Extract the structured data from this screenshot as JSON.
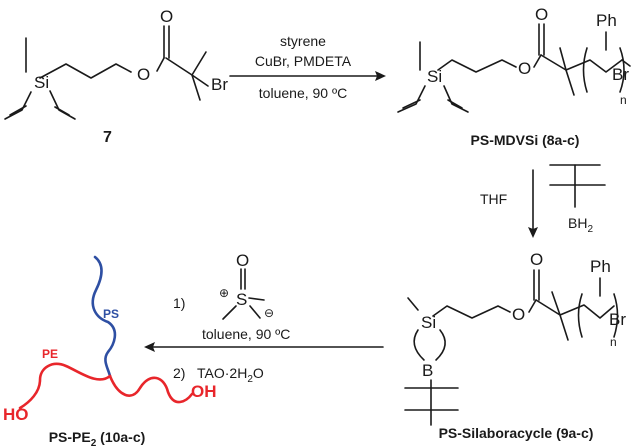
{
  "reaction1": {
    "reagent_line1": "styrene",
    "reagent_line2": "CuBr, PMDETA",
    "reagent_line3": "toluene, 90 ºC"
  },
  "reaction2": {
    "solvent": "THF",
    "borane": "BH",
    "borane_sub": "2"
  },
  "reaction3": {
    "step1_label": "1)",
    "step1_conditions": "toluene, 90 ºC",
    "step2_label": "2)",
    "step2_conditions": "TAO·2H",
    "step2_sub": "2",
    "step2_tail": "O"
  },
  "compounds": {
    "start_number": "7",
    "product1_name": "PS-MDVSi (8a-c)",
    "product2_name": "PS-Silaboracycle (9a-c)",
    "product3_base": "PS-PE",
    "product3_sub": "2",
    "product3_tail": " (10a-c)"
  },
  "atoms": {
    "si": "Si",
    "oxygen": "O",
    "bromine": "Br",
    "phenyl": "Ph",
    "n": "n",
    "boron": "B",
    "sulfur": "S",
    "plus": "⊕",
    "minus": "⊖"
  },
  "polymer": {
    "ps_label": "PS",
    "pe_label": "PE",
    "oh_left": "HO",
    "oh_right": "OH"
  }
}
